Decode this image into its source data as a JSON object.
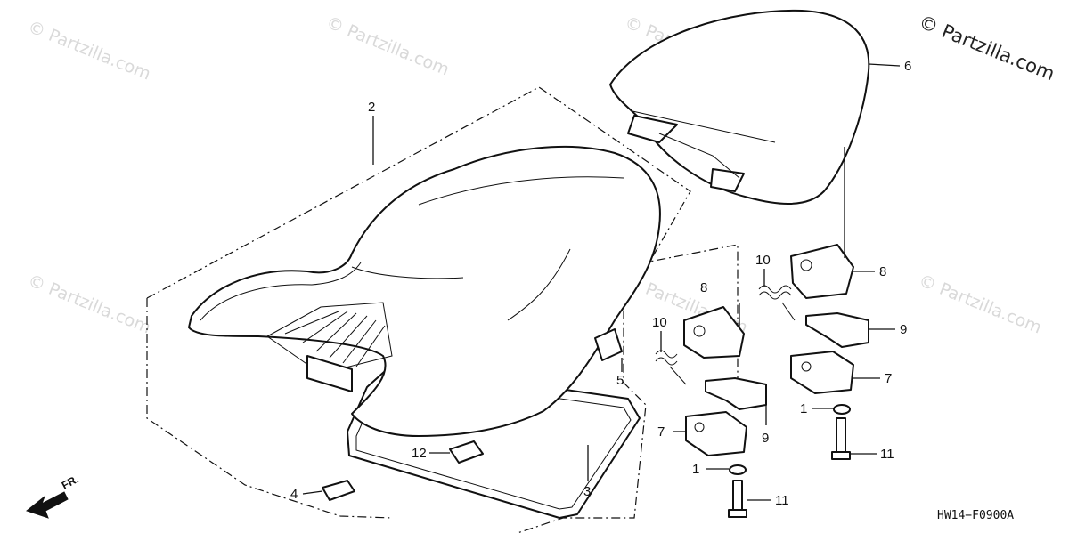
{
  "watermark": {
    "text": "© Partzilla.com"
  },
  "copyright": {
    "text": "© Partzilla.com"
  },
  "diagram_code": "HW14−F0900A",
  "direction_label": "FR.",
  "callouts": {
    "c1a": "1",
    "c1b": "1",
    "c2": "2",
    "c3": "3",
    "c4": "4",
    "c5": "5",
    "c6": "6",
    "c7a": "7",
    "c7b": "7",
    "c8a": "8",
    "c8b": "8",
    "c9a": "9",
    "c9b": "9",
    "c10a": "10",
    "c10b": "10",
    "c11a": "11",
    "c11b": "11",
    "c12": "12"
  }
}
